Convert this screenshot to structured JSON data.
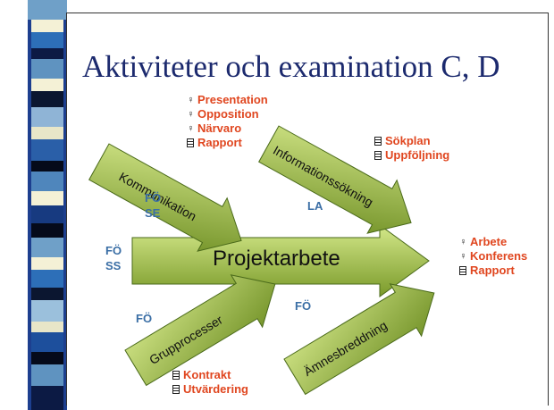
{
  "title": "Aktiviteter och examination C, D",
  "arrows": {
    "main": "Projektarbete",
    "kommunikation": "Kommunikation",
    "informationssokning": "Informationssökning",
    "grupprocesser": "Grupprocesser",
    "amnesbreddning": "Ämnesbreddning"
  },
  "side_labels": {
    "fo_se": [
      "FÖ",
      "SE"
    ],
    "la": "LA",
    "fo_ss": [
      "FÖ",
      "SS"
    ],
    "fo_left": "FÖ",
    "fo_right": "FÖ"
  },
  "lists": {
    "kommunikation": [
      {
        "icon": "person-icon",
        "text": "Presentation"
      },
      {
        "icon": "person-icon",
        "text": "Opposition"
      },
      {
        "icon": "person-icon",
        "text": "Närvaro"
      },
      {
        "icon": "document-icon",
        "text": "Rapport"
      }
    ],
    "informationssokning": [
      {
        "icon": "document-icon",
        "text": "Sökplan"
      },
      {
        "icon": "document-icon",
        "text": "Uppföljning"
      }
    ],
    "projektarbete": [
      {
        "icon": "person-icon",
        "text": "Arbete"
      },
      {
        "icon": "person-icon",
        "text": "Konferens"
      },
      {
        "icon": "document-icon",
        "text": "Rapport"
      }
    ],
    "grupprocesser": [
      {
        "icon": "document-icon",
        "text": "Kontrakt"
      },
      {
        "icon": "document-icon",
        "text": "Utvärdering"
      }
    ]
  },
  "colors": {
    "title": "#1c2a6e",
    "arrow_fill_light": "#b8d66a",
    "arrow_fill_dark": "#6b8e23",
    "highlight_text": "#e0461f",
    "course_code_text": "#3a6ea5"
  }
}
